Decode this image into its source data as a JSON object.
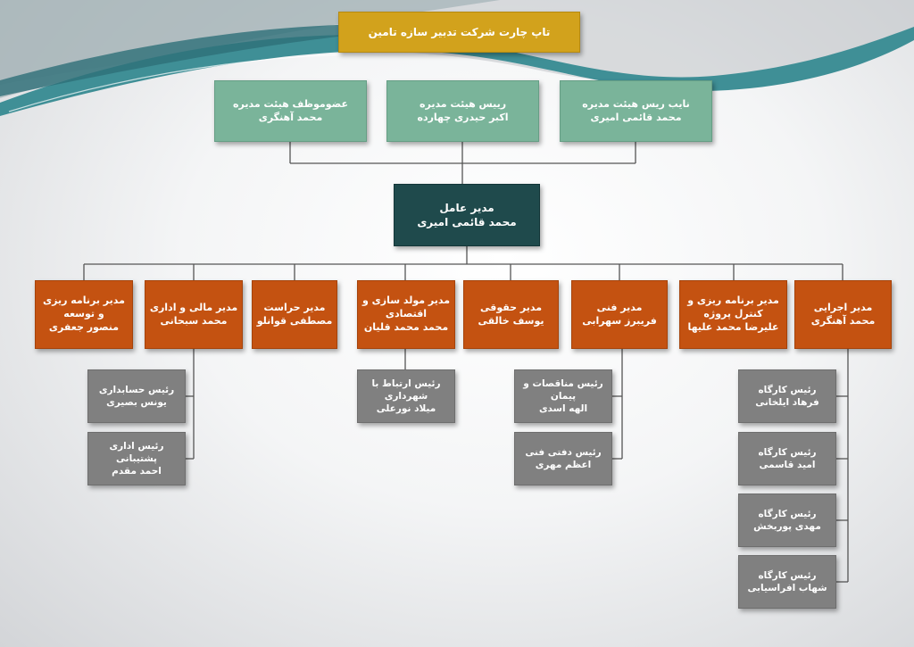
{
  "title": "تاپ چارت شرکت تدبیر سازه تامین",
  "board": [
    {
      "role": "عضوموظف هیئت مدیره",
      "name": "محمد آهنگری"
    },
    {
      "role": "رییس هیئت مدیره",
      "name": "اکبر حیدری چهارده"
    },
    {
      "role": "نایب ریس هیئت مدیره",
      "name": "محمد قائمی امیری"
    }
  ],
  "ceo": {
    "role": "مدیر عامل",
    "name": "محمد قائمی امیری"
  },
  "managers": [
    {
      "role": "مدیر برنامه ریزی و توسعه",
      "name": "منصور جعفری"
    },
    {
      "role": "مدیر مالی و اداری",
      "name": "محمد سبحانی"
    },
    {
      "role": "مدیر حراست",
      "name": "مصطفی قوانلو"
    },
    {
      "role": "مدیر مولد سازی و اقتصادی",
      "name": "محمد محمد قلیان"
    },
    {
      "role": "مدیر حقوقی",
      "name": "یوسف خالقی"
    },
    {
      "role": "مدیر فنی",
      "name": "فریبرز سهرابی"
    },
    {
      "role": "مدیر برنامه ریزی و کنترل پروژه",
      "name": "علیرضا محمد علیها"
    },
    {
      "role": "مدیر اجرایی",
      "name": "محمد آهنگری"
    }
  ],
  "finance_subs": [
    {
      "role": "رئیس حسابداری",
      "name": "یونس بصیری"
    },
    {
      "role": "رئیس اداری پشتیبانی",
      "name": "احمد مقدم"
    }
  ],
  "economic_subs": [
    {
      "role": "رئیس ارتباط با شهرداری",
      "name": "میلاد نورعلی"
    }
  ],
  "technical_subs": [
    {
      "role": "رئیس مناقصات و پیمان",
      "name": "الهه اسدی"
    },
    {
      "role": "رئیس دفتی فنی",
      "name": "اعظم مهری"
    }
  ],
  "executive_subs": [
    {
      "role": "رئیس کارگاه",
      "name": "فرهاد ایلخانی"
    },
    {
      "role": "رئیس کارگاه",
      "name": "امید قاسمی"
    },
    {
      "role": "رئیس کارگاه",
      "name": "مهدی پوربخش"
    },
    {
      "role": "رئیس کارگاه",
      "name": "شهاب افراسیابی"
    }
  ],
  "colors": {
    "title_fill": "#d2a21c",
    "board_fill": "#7ab49a",
    "ceo_fill": "#1f4a4c",
    "manager_fill": "#c45211",
    "sub_fill": "#808080",
    "connector": "#555555",
    "wave_teal": "#3f8f96",
    "wave_dark": "#2e6f78"
  }
}
